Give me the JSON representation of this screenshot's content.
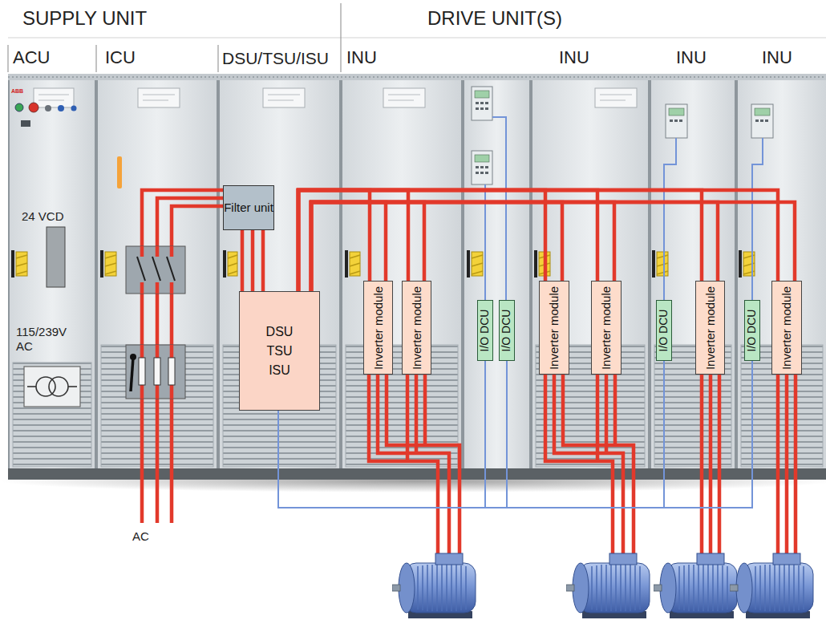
{
  "diagram": {
    "nodes": [
      {
        "text": [
          "Filter unit"
        ]
      },
      {
        "text": [
          "DSU TSU ISU"
        ]
      },
      {
        "text": [
          "Inverter module"
        ]
      },
      {
        "text": [
          "Inverter module"
        ]
      },
      {
        "text": [
          "I/O DCU"
        ]
      },
      {
        "text": [
          "I/O DCU"
        ]
      },
      {
        "text": [
          "Inverter module"
        ]
      },
      {
        "text": [
          "Inverter module"
        ]
      },
      {
        "text": [
          "I/O DCU"
        ]
      },
      {
        "text": [
          "Inverter module"
        ]
      },
      {
        "text": [
          "I/O DCU"
        ]
      },
      {
        "text": [
          "Inverter module"
        ]
      }
    ],
    "edges": [
      {
        "from": 0,
        "to": 1,
        "arrow": "none"
      },
      {
        "from": 1,
        "to": 2,
        "arrow": "none"
      },
      {
        "from": 1,
        "to": 3,
        "arrow": "none"
      },
      {
        "from": 1,
        "to": 6,
        "arrow": "none"
      },
      {
        "from": 1,
        "to": 7,
        "arrow": "none"
      },
      {
        "from": 1,
        "to": 9,
        "arrow": "none"
      },
      {
        "from": 1,
        "to": 11,
        "arrow": "none"
      },
      {
        "from": 1,
        "to": 4,
        "arrow": "none"
      },
      {
        "from": 1,
        "to": 5,
        "arrow": "none"
      },
      {
        "from": 1,
        "to": 8,
        "arrow": "none"
      },
      {
        "from": 1,
        "to": 10,
        "arrow": "none"
      }
    ],
    "labels": [
      "SUPPLY UNIT",
      "DRIVE UNIT(S)",
      "ACU",
      "ICU",
      "DSU/TSU/ISU",
      "INU",
      "INU",
      "INU",
      "INU",
      "ABB",
      "24 VCD",
      "115/239V AC",
      "AC"
    ]
  }
}
